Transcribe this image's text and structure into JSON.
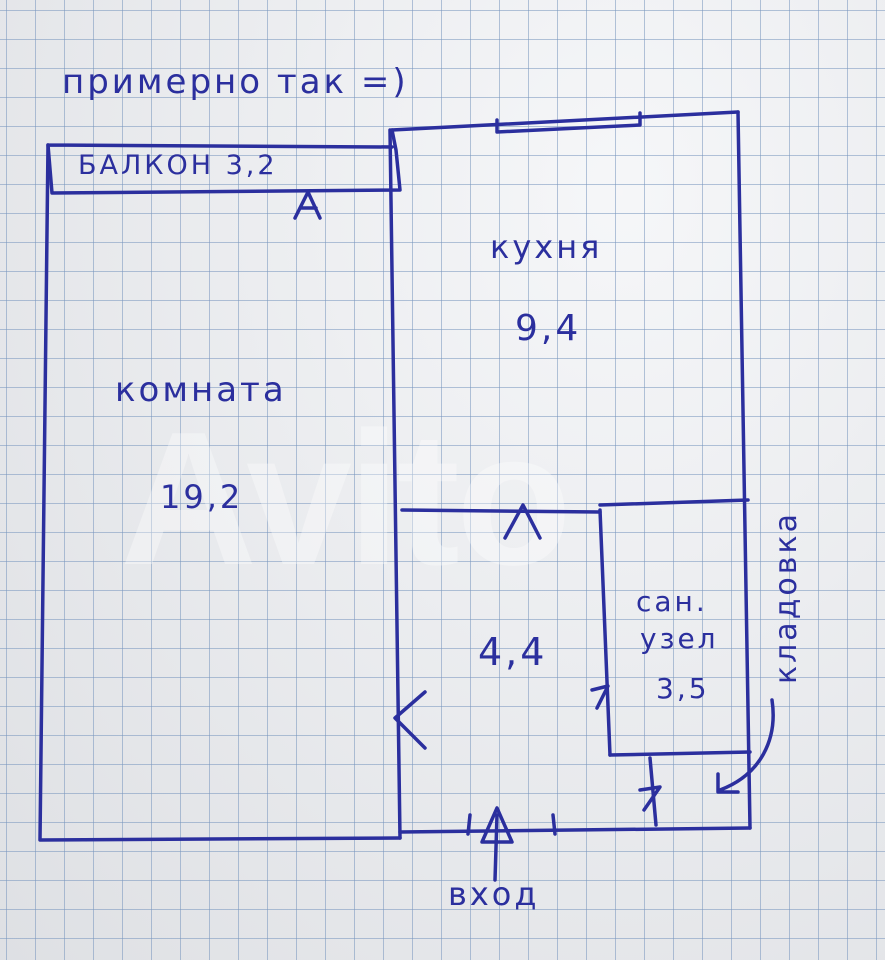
{
  "caption": "примерно так =)",
  "watermark": "Avito",
  "rooms": {
    "balcony": {
      "name": "БАЛКОН",
      "area": "3,2"
    },
    "kitchen": {
      "name": "кухня",
      "area": "9,4"
    },
    "room": {
      "name": "комната",
      "area": "19,2"
    },
    "hall": {
      "area": "4,4"
    },
    "bathroom": {
      "name_line1": "сан.",
      "name_line2": "узел",
      "area": "3,5"
    },
    "storage": {
      "name": "кладовка"
    }
  },
  "entrance": "вход",
  "colors": {
    "ink": "#2b2f9e",
    "paper": "#eceef2"
  }
}
